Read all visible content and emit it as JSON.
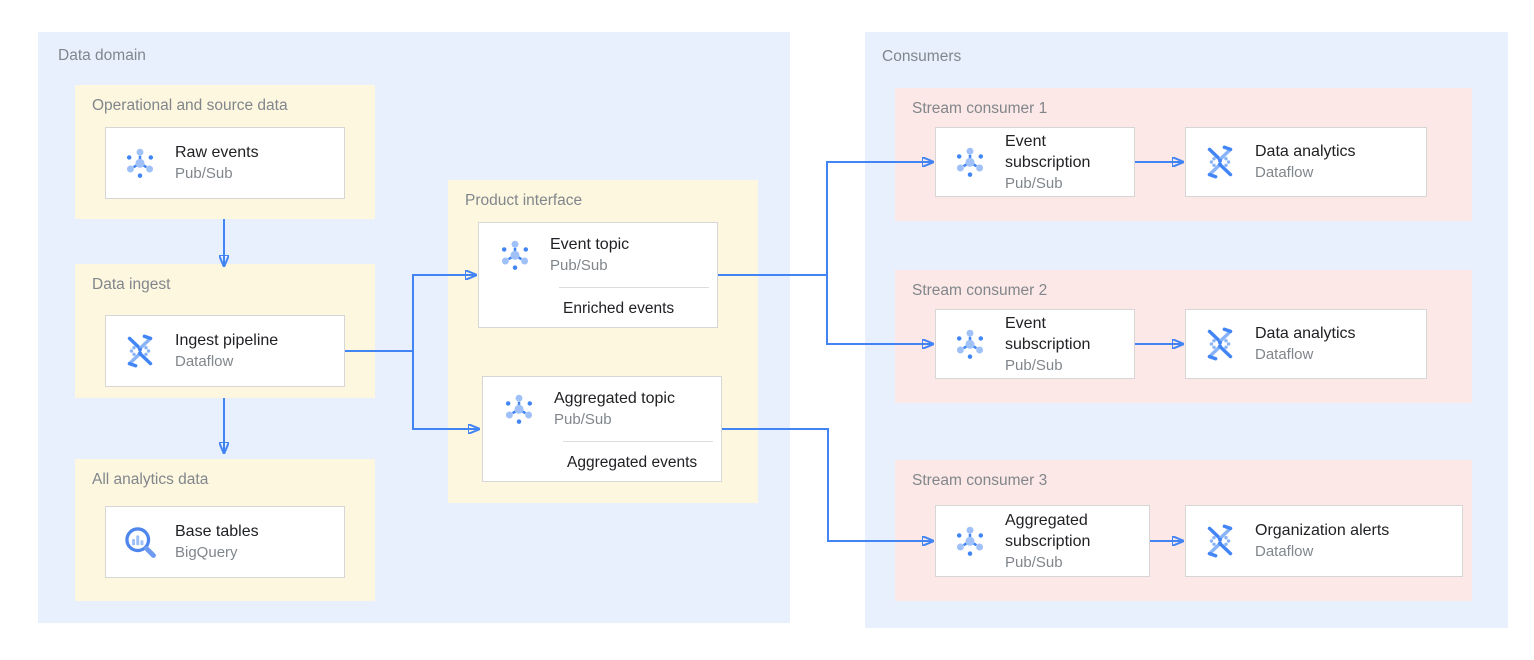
{
  "diagram": {
    "data_domain": {
      "label": "Data domain",
      "operational": {
        "label": "Operational and source data",
        "card": {
          "title": "Raw events",
          "subtitle": "Pub/Sub"
        }
      },
      "ingest": {
        "label": "Data ingest",
        "card": {
          "title": "Ingest pipeline",
          "subtitle": "Dataflow"
        }
      },
      "analytics": {
        "label": "All analytics data",
        "card": {
          "title": "Base tables",
          "subtitle": "BigQuery"
        }
      },
      "product_interface": {
        "label": "Product interface",
        "event_topic": {
          "title": "Event topic",
          "subtitle": "Pub/Sub",
          "tag": "Enriched events"
        },
        "aggregated_topic": {
          "title": "Aggregated topic",
          "subtitle": "Pub/Sub",
          "tag": "Aggregated events"
        }
      }
    },
    "consumers": {
      "label": "Consumers",
      "rows": [
        {
          "label": "Stream consumer 1",
          "source": {
            "title": "Event subscription",
            "subtitle": "Pub/Sub"
          },
          "sink": {
            "title": "Data analytics",
            "subtitle": "Dataflow"
          }
        },
        {
          "label": "Stream consumer 2",
          "source": {
            "title": "Event subscription",
            "subtitle": "Pub/Sub"
          },
          "sink": {
            "title": "Data analytics",
            "subtitle": "Dataflow"
          }
        },
        {
          "label": "Stream consumer 3",
          "source": {
            "title": "Aggregated subscription",
            "subtitle": "Pub/Sub"
          },
          "sink": {
            "title": "Organization alerts",
            "subtitle": "Dataflow"
          }
        }
      ]
    },
    "edges": [
      {
        "from": "Operational and source data",
        "to": "Data ingest"
      },
      {
        "from": "Data ingest",
        "to": "All analytics data"
      },
      {
        "from": "Ingest pipeline",
        "to": "Event topic"
      },
      {
        "from": "Ingest pipeline",
        "to": "Aggregated topic"
      },
      {
        "from": "Event topic",
        "to": "Event subscription (Stream consumer 1)"
      },
      {
        "from": "Event topic",
        "to": "Event subscription (Stream consumer 2)"
      },
      {
        "from": "Aggregated topic",
        "to": "Aggregated subscription (Stream consumer 3)"
      },
      {
        "from": "Event subscription (Stream consumer 1)",
        "to": "Data analytics (Stream consumer 1)"
      },
      {
        "from": "Event subscription (Stream consumer 2)",
        "to": "Data analytics (Stream consumer 2)"
      },
      {
        "from": "Aggregated subscription (Stream consumer 3)",
        "to": "Organization alerts (Stream consumer 3)"
      }
    ],
    "colors": {
      "zone_bg": "#e8f0fe",
      "group_bg": "#fef7e0",
      "consumer_bg": "#fce8e6",
      "card_border": "#d6d6d6",
      "arrow": "#4284f3",
      "label_text": "#80868b",
      "title_text": "#202124",
      "icon_blue": "#4285f4",
      "icon_light_blue": "#9fc1f7"
    }
  }
}
